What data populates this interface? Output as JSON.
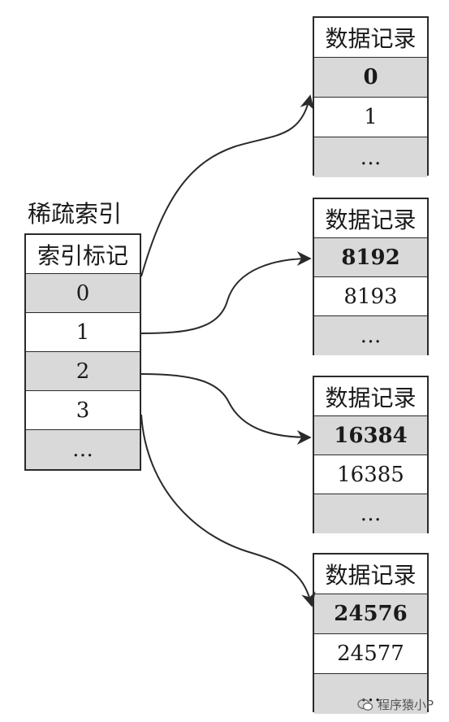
{
  "index": {
    "title": "稀疏索引",
    "header": "索引标记",
    "rows": [
      "0",
      "1",
      "2",
      "3",
      "…"
    ]
  },
  "blocks": [
    {
      "header": "数据记录",
      "rows": [
        "0",
        "1",
        "…"
      ]
    },
    {
      "header": "数据记录",
      "rows": [
        "8192",
        "8193",
        "…"
      ]
    },
    {
      "header": "数据记录",
      "rows": [
        "16384",
        "16385",
        "…"
      ]
    },
    {
      "header": "数据记录",
      "rows": [
        "24576",
        "24577",
        "…"
      ]
    }
  ],
  "watermark": {
    "text": "程序猿小P",
    "icon": "wechat-icon"
  },
  "colors": {
    "line": "#2a2a2a",
    "shaded_cell": "#d9d9d9",
    "background": "#ffffff"
  }
}
